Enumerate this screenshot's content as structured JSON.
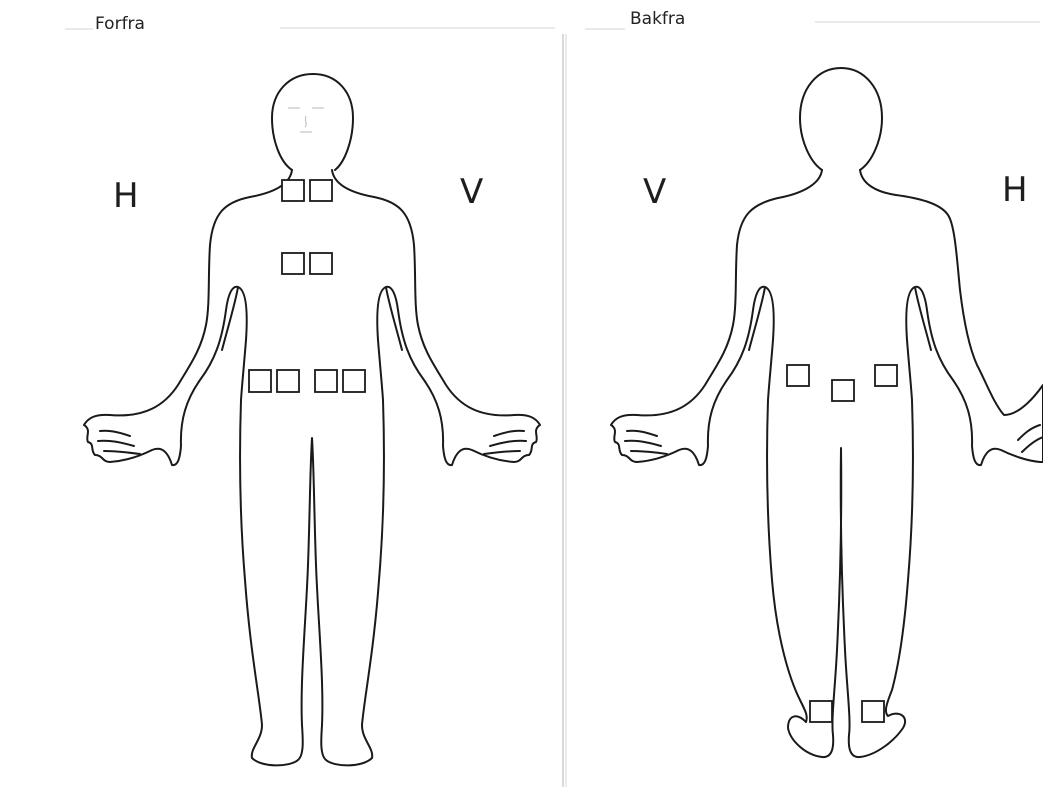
{
  "panels": {
    "front": {
      "title": "Forfra",
      "left_letter": "H",
      "right_letter": "V"
    },
    "back": {
      "title": "Bakfra",
      "left_letter": "V",
      "right_letter": "H"
    }
  },
  "markers": {
    "front": {
      "count": 8,
      "regions": [
        "neck",
        "chest",
        "lower-abdomen"
      ]
    },
    "back": {
      "count": 5,
      "regions": [
        "lower-back",
        "ankles"
      ]
    }
  }
}
